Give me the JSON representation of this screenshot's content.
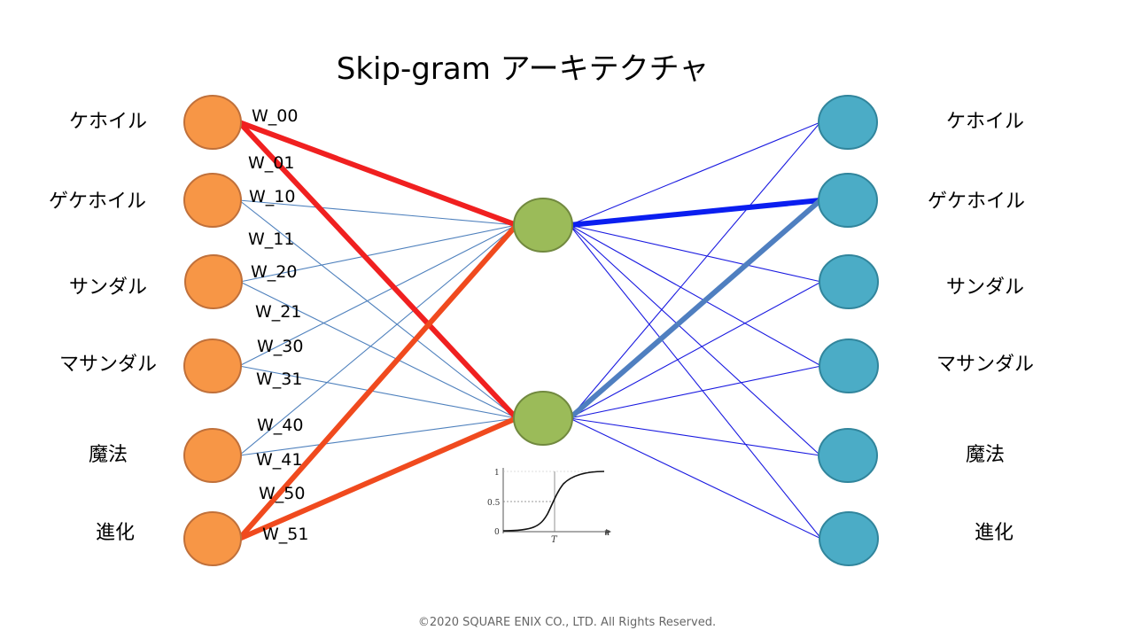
{
  "title": "Skip-gram アーキテクチャ",
  "input_words": [
    "ケホイル",
    "ゲケホイル",
    "サンダル",
    "マサンダル",
    "魔法",
    "進化"
  ],
  "output_words": [
    "ケホイル",
    "ゲケホイル",
    "サンダル",
    "マサンダル",
    "魔法",
    "進化"
  ],
  "weight_labels": [
    "W_00",
    "W_01",
    "W_10",
    "W_11",
    "W_20",
    "W_21",
    "W_30",
    "W_31",
    "W_40",
    "W_41",
    "W_50",
    "W_51"
  ],
  "sigmoid_inset": {
    "y_ticks": [
      "1",
      "0.5",
      "0"
    ],
    "t_label": "T",
    "u_label": "u"
  },
  "colors": {
    "input_node": "#F79646",
    "input_node_stroke": "#C0703A",
    "hidden_node": "#9BBB59",
    "hidden_node_stroke": "#71893F",
    "output_node": "#4BACC6",
    "output_node_stroke": "#31859C",
    "thin_input_edge": "#4F81BD",
    "thick_red": "#F02020",
    "thick_orange": "#F04A1E",
    "output_edge": "#1A1AE0",
    "thick_blue": "#0A1EF0",
    "thick_steel": "#4F7FC0"
  },
  "footer": "©2020 SQUARE ENIX CO., LTD. All Rights Reserved."
}
